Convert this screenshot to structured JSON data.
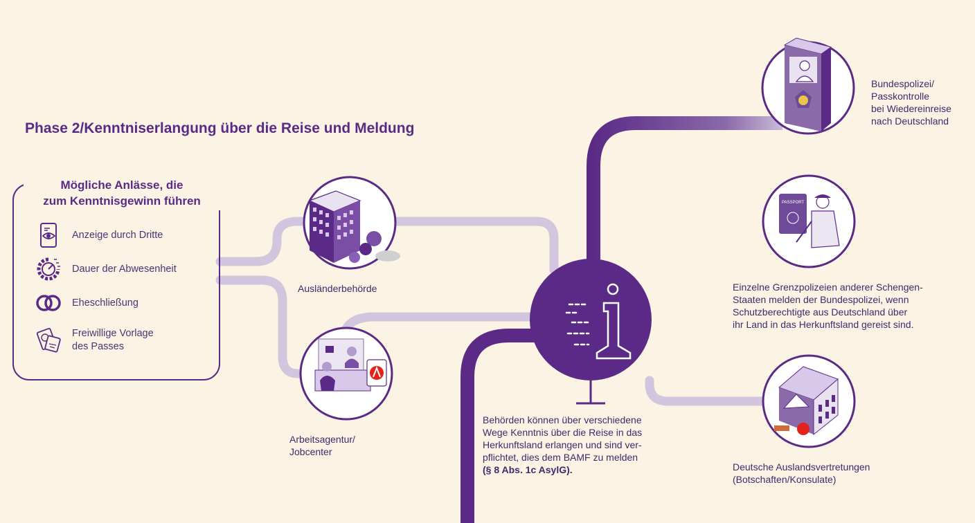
{
  "title": "Phase 2/Kenntniserlangung über die Reise und Meldung",
  "reasons_box": {
    "heading_line1": "Mögliche Anlässe, die",
    "heading_line2": "zum Kenntnisgewinn führen",
    "items": [
      {
        "label": "Anzeige durch Dritte",
        "icon": "phone-eye-icon"
      },
      {
        "label": "Dauer der Abwesenheit",
        "icon": "gear-timer-icon"
      },
      {
        "label": "Eheschließung",
        "icon": "rings-icon"
      },
      {
        "label_line1": "Freiwillige Vorlage",
        "label_line2": "des Passes",
        "icon": "passport-icon"
      }
    ]
  },
  "nodes": {
    "auslaenderbehoerde": {
      "label": "Ausländerbehörde",
      "icon": "office-building-icon"
    },
    "arbeitsagentur": {
      "label_line1": "Arbeitsagentur/",
      "label_line2": "Jobcenter",
      "icon": "agency-office-icon"
    },
    "bundespolizei": {
      "label_lines": [
        "Bundespolizei/",
        "Passkontrolle",
        "bei Wiedereinreise",
        "nach Deutschland"
      ],
      "icon": "border-booth-icon"
    },
    "grenzpolizeien": {
      "label_lines": [
        "Einzelne Grenzpolizeien anderer Schengen-",
        "Staaten melden der Bundespolizei, wenn",
        "Schutzberechtigte aus Deutschland über",
        "ihr Land in das Herkunftsland gereist sind."
      ],
      "icon": "border-officer-icon"
    },
    "auslandsvertretungen": {
      "label_line1": "Deutsche Auslandsvertretungen",
      "label_line2": "(Botschaften/Konsulate)",
      "icon": "embassy-building-icon"
    }
  },
  "center": {
    "icon": "info-icon",
    "caption_lines": [
      "Behörden können über verschiedene",
      "Wege Kenntnis über die Reise in das",
      "Herkunftsland erlangen und sind ver-",
      "pflichtet, dies dem BAMF zu melden"
    ],
    "caption_law": "(§ 8 Abs. 1c AsylG)."
  },
  "colors": {
    "background": "#fbf3e4",
    "primary_purple": "#5b2a86",
    "light_purple_line": "#d2c6df",
    "light_blue_line": "#bfe0ef",
    "text": "#3f2a6b"
  }
}
